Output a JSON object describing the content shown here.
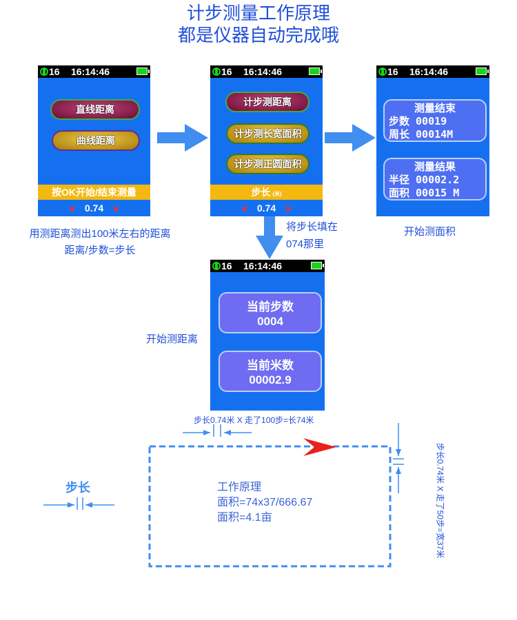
{
  "title": {
    "line1": "计步测量工作原理",
    "line2": "都是仪器自动完成哦"
  },
  "status": {
    "signal": "16",
    "time": "16:14:46"
  },
  "screen1": {
    "btn_straight": "直线距离",
    "btn_curve": "曲线距离",
    "band": "按OK开始/结束测量",
    "value": "0.74"
  },
  "screen2": {
    "btn_step_distance": "计步测距离",
    "btn_rect_area": "计步测长宽面积",
    "btn_circle_area": "计步测正圆面积",
    "band_label": "步长",
    "band_unit": "(米)",
    "value": "0.74"
  },
  "screen3": {
    "card1": {
      "title": "测量结束",
      "line1": "步数 00019",
      "line2": "周长 00014M"
    },
    "card2": {
      "title": "测量结果",
      "line1": "半径 00002.2",
      "line2": "面积 00015 M"
    }
  },
  "screen4": {
    "card1": {
      "title": "当前步数",
      "value": "0004"
    },
    "card2": {
      "title": "当前米数",
      "value": "00002.9"
    }
  },
  "captions": {
    "left_line1": "用测距离测出100米左右的距离",
    "left_line2": "距离/步数=步长",
    "mid_line1": "将步长填在",
    "mid_line2": "074那里",
    "right": "开始测面积",
    "distance": "开始测距离"
  },
  "diagram": {
    "top_label": "步长0.74米 X 走了100步=长74米",
    "side_label": "步长0.74米 X 走了50步=宽37米",
    "step_label": "步长",
    "principle_title": "工作原理",
    "formula1": "面积=74x37/666.67",
    "formula2": "面积=4.1亩"
  },
  "colors": {
    "title_blue": "#1f4fd8",
    "screen_blue": "#1570f0",
    "arrow_blue": "#3f8ef0",
    "band_yellow": "#f5b80f",
    "dashed_border": "#3f8ef0",
    "red_arrow": "#e8201e"
  }
}
